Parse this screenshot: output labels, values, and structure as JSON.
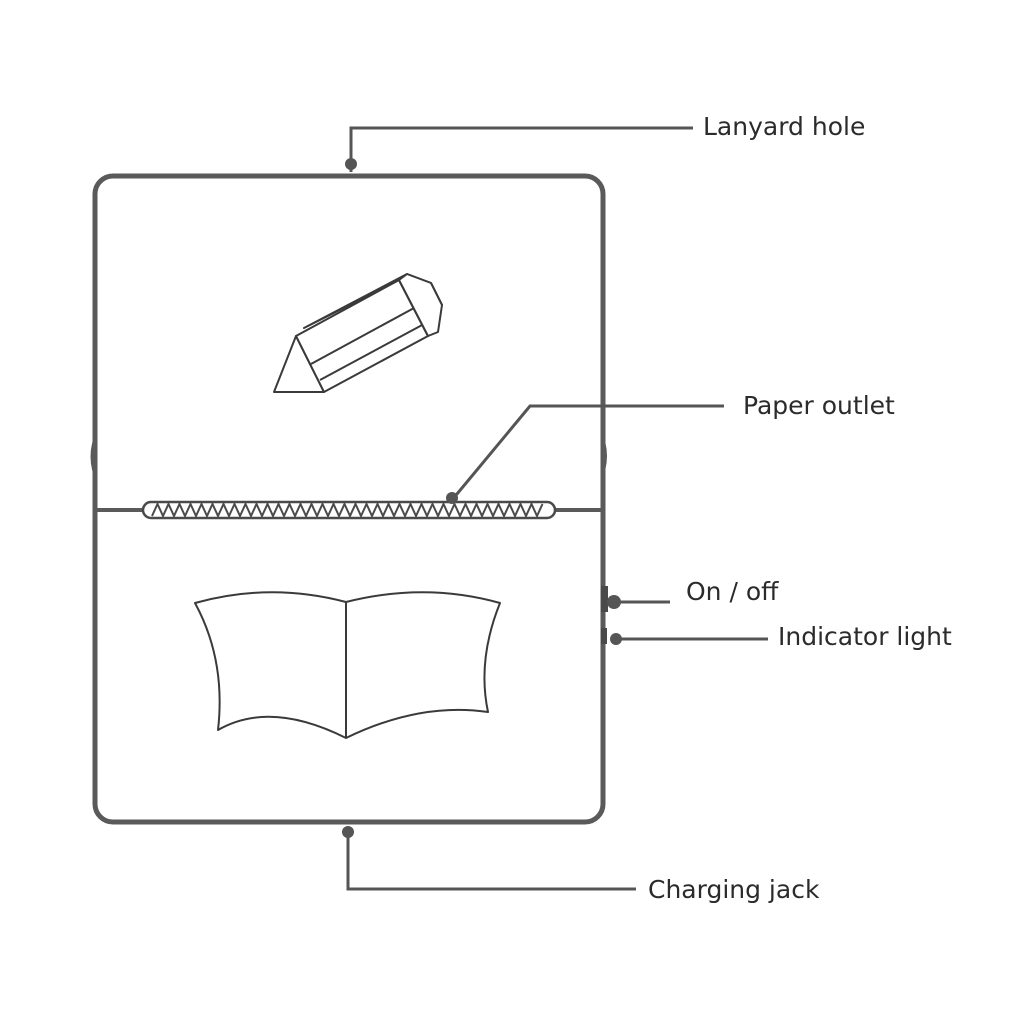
{
  "labels": {
    "lanyard_hole": "Lanyard hole",
    "paper_outlet": "Paper outlet",
    "on_off": "On / off",
    "indicator_light": "Indicator light",
    "charging_jack": "Charging jack"
  },
  "icons": {
    "top_panel": "pencil-icon",
    "bottom_panel": "open-book-icon"
  },
  "colors": {
    "outline": "#5a5a5a",
    "leader_line": "#555555",
    "text": "#2b2b2b"
  }
}
